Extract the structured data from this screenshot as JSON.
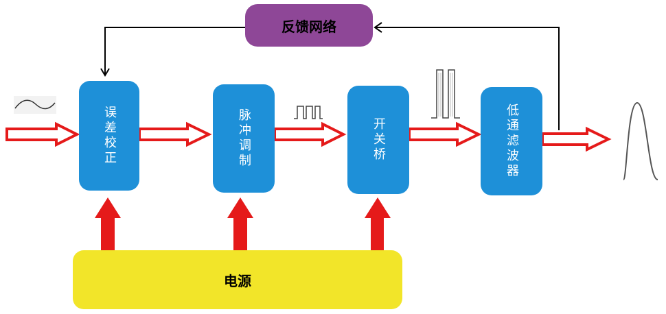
{
  "blocks": {
    "error_correction": "误差校正",
    "pwm": "脉冲调制",
    "switch_bridge": "开关桥",
    "low_pass_filter": "低通滤波器",
    "feedback_network": "反馈网络",
    "power_supply": "电源"
  },
  "colors": {
    "block_blue": "#1e90d8",
    "feedback_purple": "#8e4797",
    "power_yellow": "#f2e529",
    "arrow_red": "#e51a1a"
  }
}
